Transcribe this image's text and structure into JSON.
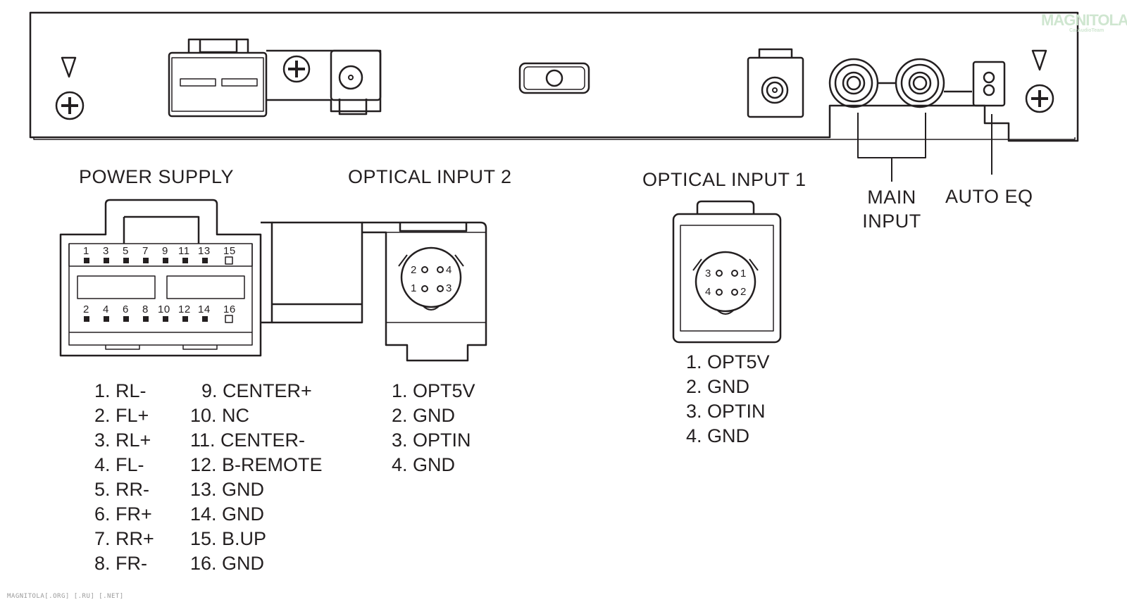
{
  "labels": {
    "power_supply": "POWER SUPPLY",
    "optical_input_2": "OPTICAL INPUT 2",
    "optical_input_1": "OPTICAL INPUT 1",
    "main_input_line1": "MAIN",
    "main_input_line2": "INPUT",
    "auto_eq": "AUTO EQ"
  },
  "power_supply_pins_col1": [
    "1. RL-",
    "2. FL+",
    "3. RL+",
    "4. FL-",
    "5. RR-",
    "6. FR+",
    "7. RR+",
    "8. FR-"
  ],
  "power_supply_pins_col2": [
    "9. CENTER+",
    "10. NC",
    "11. CENTER-",
    "12. B-REMOTE",
    "13. GND",
    "14. GND",
    "15. B.UP",
    "16. GND"
  ],
  "optical_input_2_pins": [
    "1. OPT5V",
    "2. GND",
    "3. OPTIN",
    "4. GND"
  ],
  "optical_input_1_pins": [
    "1. OPT5V",
    "2. GND",
    "3. OPTIN",
    "4. GND"
  ],
  "connector_pin_numbers_top": [
    "1",
    "3",
    "5",
    "7",
    "9",
    "11",
    "13",
    "15"
  ],
  "connector_pin_numbers_bottom": [
    "2",
    "4",
    "6",
    "8",
    "10",
    "12",
    "14",
    "16"
  ],
  "opt2_socket_numbers": [
    "2",
    "4",
    "1",
    "3"
  ],
  "opt1_socket_numbers": [
    "3",
    "1",
    "4",
    "2"
  ],
  "footer": "MAGNITOLA[.ORG] [.RU] [.NET]",
  "watermark": "MAGNITOLA",
  "watermark_sub": "CarAudioTeam",
  "colors": {
    "line": "#231f20",
    "background": "#ffffff"
  }
}
